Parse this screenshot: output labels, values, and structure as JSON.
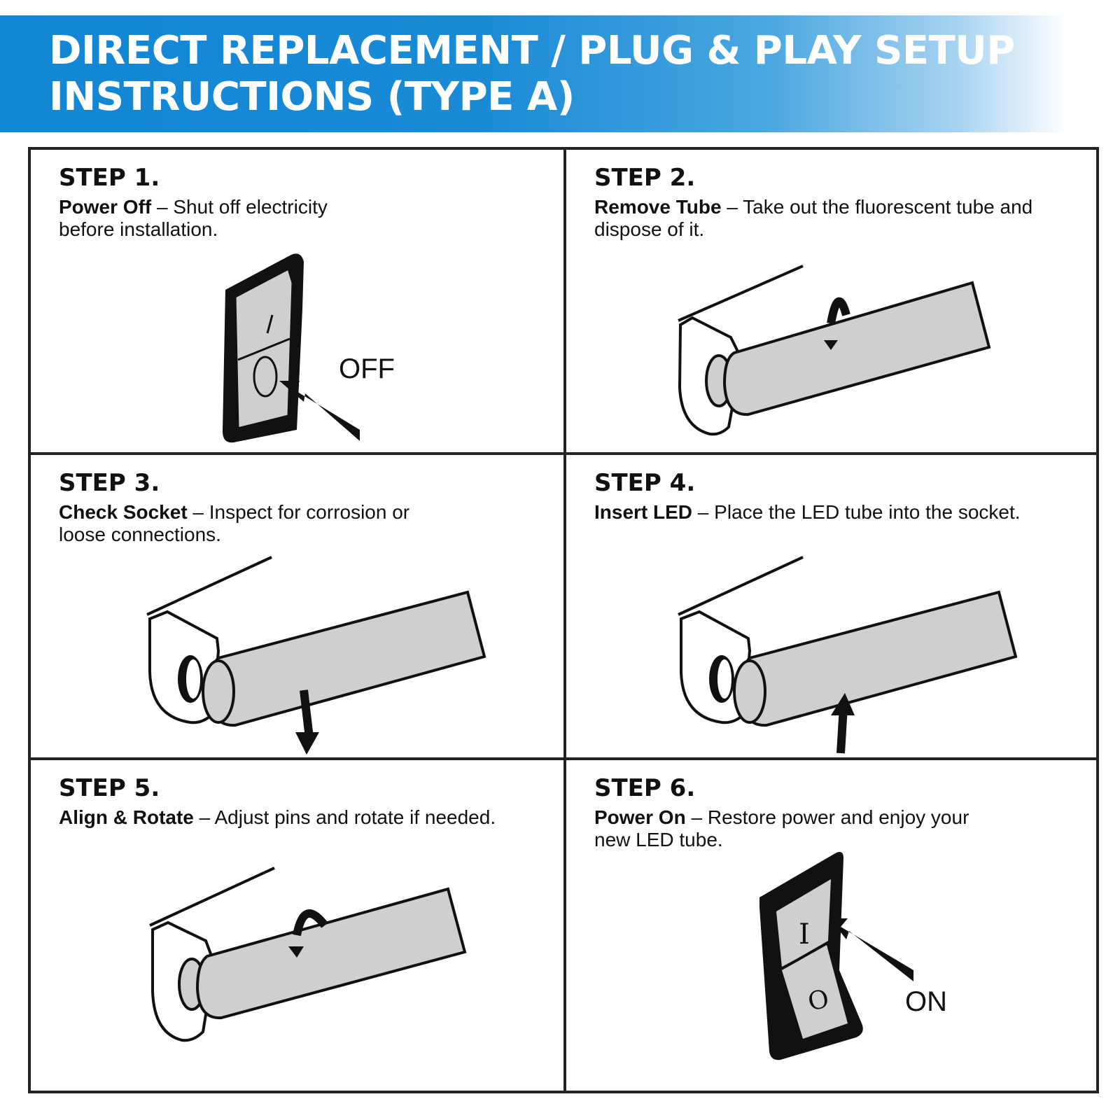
{
  "header": {
    "title_line1": "DIRECT REPLACEMENT / PLUG & PLAY SETUP",
    "title_line2": "INSTRUCTIONS (TYPE A)"
  },
  "steps": [
    {
      "title": "STEP 1.",
      "label": "Power Off",
      "sep": " – ",
      "text": "Shut off electricity before installation.",
      "illustration": "switch-off-icon",
      "callout": "OFF"
    },
    {
      "title": "STEP 2.",
      "label": "Remove Tube",
      "sep": " – ",
      "text": "Take out the fluorescent tube and dispose of it.",
      "illustration": "remove-tube-icon",
      "callout": ""
    },
    {
      "title": "STEP 3.",
      "label": "Check Socket",
      "sep": " – ",
      "text": "Inspect for corrosion or loose connections.",
      "illustration": "check-socket-icon",
      "callout": ""
    },
    {
      "title": "STEP 4.",
      "label": "Insert LED",
      "sep": " – ",
      "text": "Place the LED tube into the socket.",
      "illustration": "insert-led-icon",
      "callout": ""
    },
    {
      "title": "STEP 5.",
      "label": "Align & Rotate",
      "sep": " – ",
      "text": "Adjust pins and rotate if needed.",
      "illustration": "align-rotate-icon",
      "callout": ""
    },
    {
      "title": "STEP 6.",
      "label": "Power On",
      "sep": " – ",
      "text": "Restore power and enjoy your new LED tube.",
      "illustration": "switch-on-icon",
      "callout": "ON",
      "switch_marks": [
        "I",
        "O"
      ]
    }
  ]
}
